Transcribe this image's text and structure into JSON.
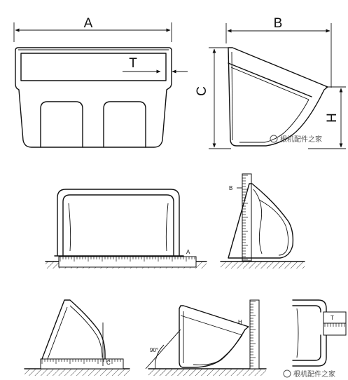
{
  "labels": {
    "a": "A",
    "b": "B",
    "c": "C",
    "h": "H",
    "t": "T",
    "b_small": "B",
    "a_small": "A",
    "c_small": "C",
    "h_small": "H",
    "t_small": "T",
    "angle": "90°"
  },
  "watermark": {
    "text": "根机配件之家"
  },
  "colors": {
    "line": "#111111",
    "watermark": "#555555"
  }
}
